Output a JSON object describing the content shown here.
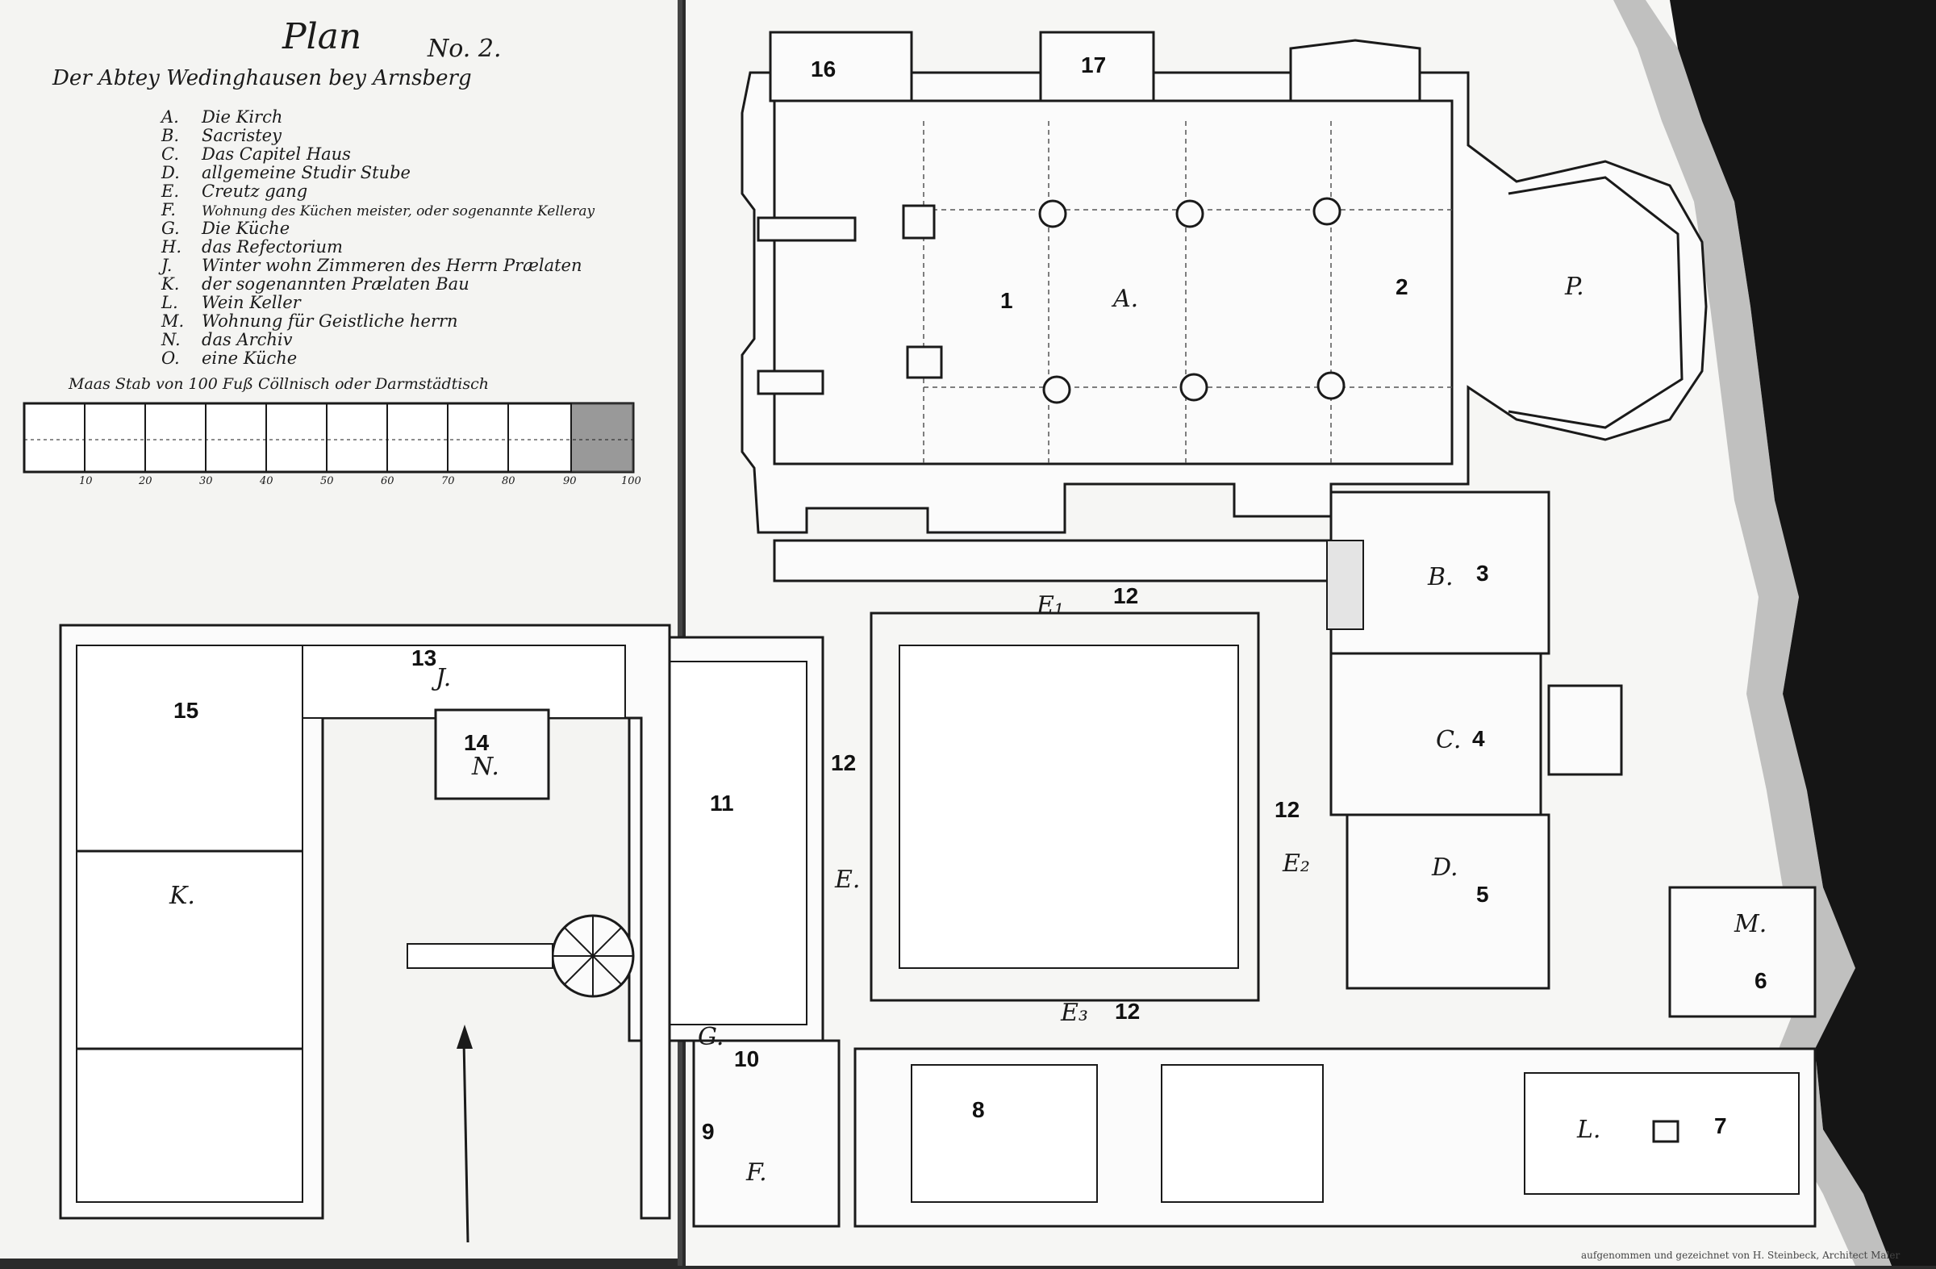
{
  "plan": {
    "title": "Plan",
    "plan_no": "No. 2.",
    "subtitle": "Der Abtey Wedinghausen bey Arnsberg"
  },
  "legend": [
    {
      "key": "A.",
      "text": "Die Kirch"
    },
    {
      "key": "B.",
      "text": "Sacristey"
    },
    {
      "key": "C.",
      "text": "Das Capitel Haus"
    },
    {
      "key": "D.",
      "text": "allgemeine Studir Stube"
    },
    {
      "key": "E.",
      "text": "Creutz gang"
    },
    {
      "key": "F.",
      "text": "Wohnung des Küchen meister, oder sogenannte Kelleray"
    },
    {
      "key": "G.",
      "text": "Die Küche"
    },
    {
      "key": "H.",
      "text": "das Refectorium"
    },
    {
      "key": "J.",
      "text": "Winter wohn Zimmeren des Herrn Prælaten"
    },
    {
      "key": "K.",
      "text": "der sogenannten Prælaten Bau"
    },
    {
      "key": "L.",
      "text": "Wein Keller"
    },
    {
      "key": "M.",
      "text": "Wohnung für Geistliche herrn"
    },
    {
      "key": "N.",
      "text": "das Archiv"
    },
    {
      "key": "O.",
      "text": "eine Küche"
    }
  ],
  "scale": {
    "label": "Maas Stab von 100 Fuß Cöllnisch oder Darmstädtisch",
    "ticks": [
      "10",
      "20",
      "30",
      "40",
      "50",
      "60",
      "70",
      "80",
      "90",
      "100"
    ]
  },
  "rooms": [
    "1",
    "2",
    "3",
    "4",
    "5",
    "6",
    "7",
    "8",
    "9",
    "10",
    "11",
    "12",
    "13",
    "14",
    "15",
    "16",
    "17"
  ],
  "plan_letters": {
    "A": "A.",
    "B": "B.",
    "C": "C.",
    "D": "D.",
    "E": "E.",
    "E1": "E₁",
    "E2": "E₂",
    "E3": "E₃",
    "G": "G.",
    "J": "J.",
    "K": "K.",
    "L": "L.",
    "M": "M.",
    "N": "N.",
    "P": "P.",
    "F": "F."
  },
  "credit": "aufgenommen und gezeichnet von H. Steinbeck, Architect Maler"
}
